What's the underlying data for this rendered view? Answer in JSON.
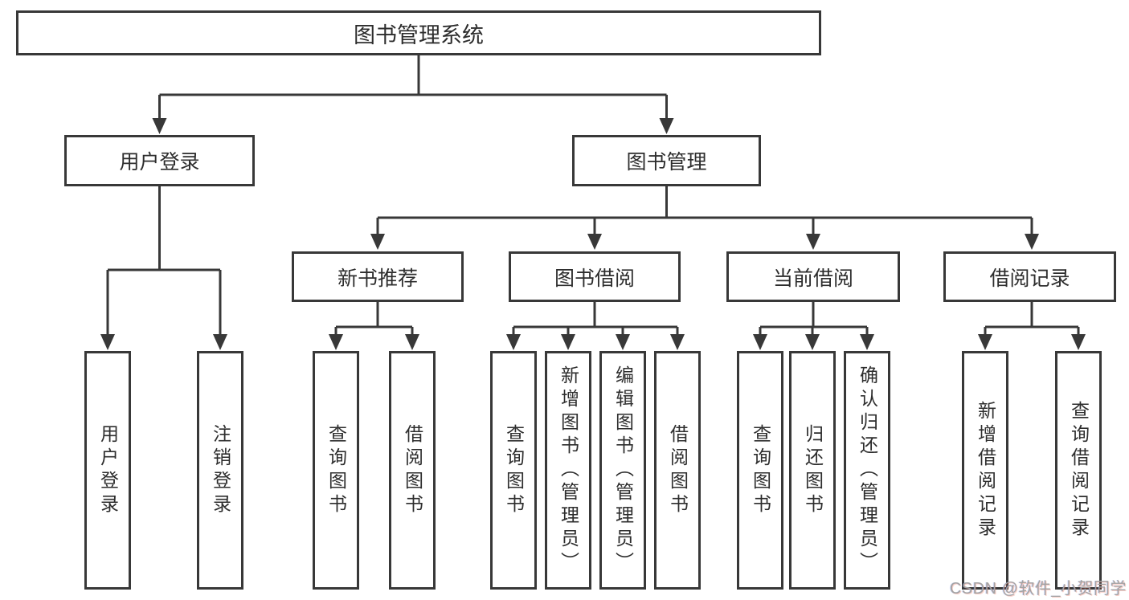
{
  "diagram": {
    "type": "functional-structure-tree",
    "colors": {
      "line": "#383838",
      "box_border": "#383838",
      "text": "#2d2d2d",
      "background": "#ffffff",
      "watermark": "#a3a3a3"
    },
    "watermark": {
      "text": "CSDN @软件_小贺同学"
    }
  },
  "tree": {
    "label": "图书管理系统",
    "children": [
      {
        "label": "用户登录",
        "children": [
          {
            "label": "用户登录"
          },
          {
            "label": "注销登录"
          }
        ]
      },
      {
        "label": "图书管理",
        "children": [
          {
            "label": "新书推荐",
            "children": [
              {
                "label": "查询图书"
              },
              {
                "label": "借阅图书"
              }
            ]
          },
          {
            "label": "图书借阅",
            "children": [
              {
                "label": "查询图书"
              },
              {
                "label": "新增图书（管理员）"
              },
              {
                "label": "编辑图书（管理员）"
              },
              {
                "label": "借阅图书"
              }
            ]
          },
          {
            "label": "当前借阅",
            "children": [
              {
                "label": "查询图书"
              },
              {
                "label": "归还图书"
              },
              {
                "label": "确认归还（管理员）"
              }
            ]
          },
          {
            "label": "借阅记录",
            "children": [
              {
                "label": "新增借阅记录"
              },
              {
                "label": "查询借阅记录"
              }
            ]
          }
        ]
      }
    ]
  }
}
